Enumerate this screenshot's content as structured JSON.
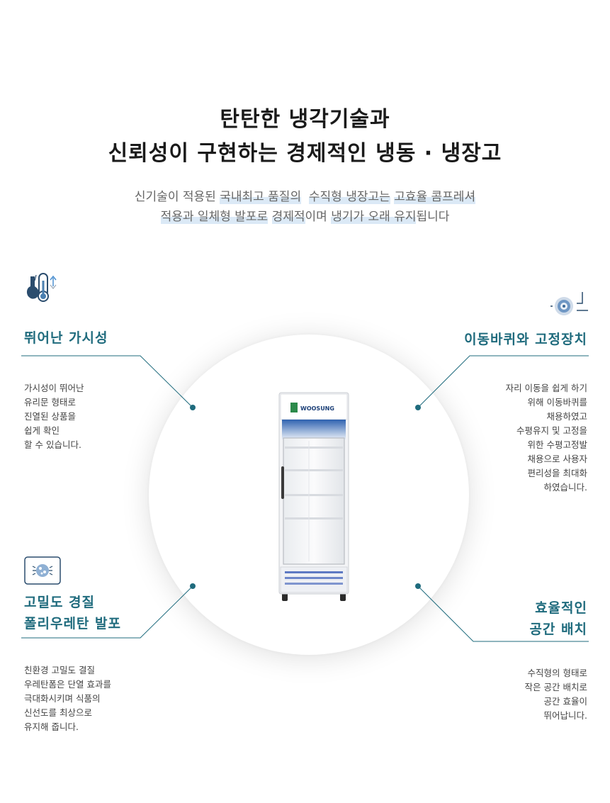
{
  "headline": {
    "line1": "탄탄한 냉각기술과",
    "line2": "신뢰성이 구현하는 경제적인 냉동 · 냉장고"
  },
  "subtitle": {
    "l1_a": "신기술이 적용된 ",
    "l1_b": "국내최고 품질의",
    "l1_c": "  ",
    "l1_d": "수직형 냉장고는",
    "l1_e": " ",
    "l1_f": "고효율 콤프레셔",
    "l2_a": "적용과 일체형 발포로",
    "l2_b": " ",
    "l2_c": "경제적",
    "l2_d": "이며 ",
    "l2_e": "냉기가 오래 유지",
    "l2_f": "됩니다"
  },
  "product": {
    "brand": "WOOSUNG"
  },
  "features": {
    "visibility": {
      "title": "뛰어난 가시성",
      "desc": [
        "가시성이 뛰어난",
        "유리문 형태로",
        "진열된 상품을",
        "쉽게 확인",
        "할 수 있습니다."
      ]
    },
    "wheels": {
      "title": "이동바퀴와 고정장치",
      "desc": [
        "자리 이동을 쉽게 하기",
        "위해 이동바퀴를",
        "채용하였고",
        "수평유지 및 고정을",
        "위한 수평고정발",
        "채용으로 사용자",
        "편리성을 최대화",
        "하였습니다."
      ]
    },
    "insulation": {
      "title_line1": "고밀도 경질",
      "title_line2": "폴리우레탄 발포",
      "desc": [
        "친환경 고밀도 결질",
        "우레탄폼은 단열 효과를",
        "극대화시키며 식품의",
        "신선도를 최상으로",
        "유지해 줍니다."
      ]
    },
    "space": {
      "title_line1": "효율적인",
      "title_line2": "공간 배치",
      "desc": [
        "수직형의 형태로",
        "작은 공간 배치로",
        "공간 효율이",
        "뛰어납니다."
      ]
    }
  },
  "colors": {
    "accent": "#1f6b7d",
    "highlight": "#dbe9f6",
    "text": "#444444"
  },
  "icons": [
    "thermometer-icon",
    "wheel-icon",
    "insulation-icon"
  ]
}
